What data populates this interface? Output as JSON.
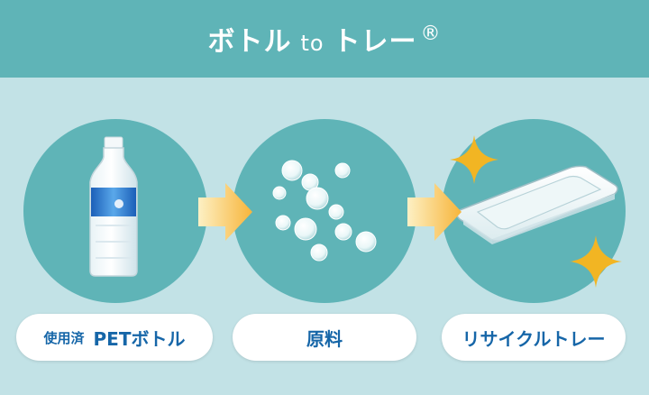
{
  "header": {
    "title_main": "ボトル",
    "title_to": "to",
    "title_tail": "トレー",
    "registered_mark": "®"
  },
  "steps": [
    {
      "label_small": "使用済",
      "label_big": "PETボトル",
      "icon": "pet-bottle-icon"
    },
    {
      "label": "原料",
      "icon": "pellets-icon"
    },
    {
      "label": "リサイクルトレー",
      "icon": "tray-icon"
    }
  ],
  "colors": {
    "background": "#c2e2e6",
    "teal": "#5fb4b7",
    "label_text": "#1666a8",
    "arrow": "#f7b53a",
    "sparkle": "#f2b523"
  }
}
